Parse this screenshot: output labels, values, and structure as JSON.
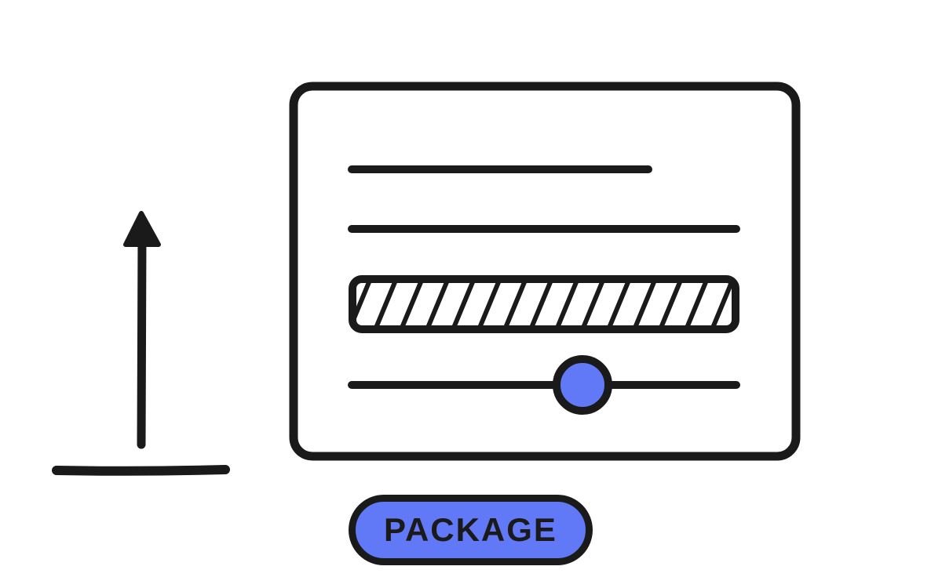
{
  "button": {
    "label": "PACKAGE"
  },
  "slider": {
    "value_fraction": 0.6
  },
  "icons": {
    "arrow": "arrow-up-icon",
    "baseline": "ground-line",
    "panel": "settings-panel"
  },
  "colors": {
    "stroke": "#1a1a1a",
    "accent": "#6279f7",
    "background": "#ffffff"
  }
}
